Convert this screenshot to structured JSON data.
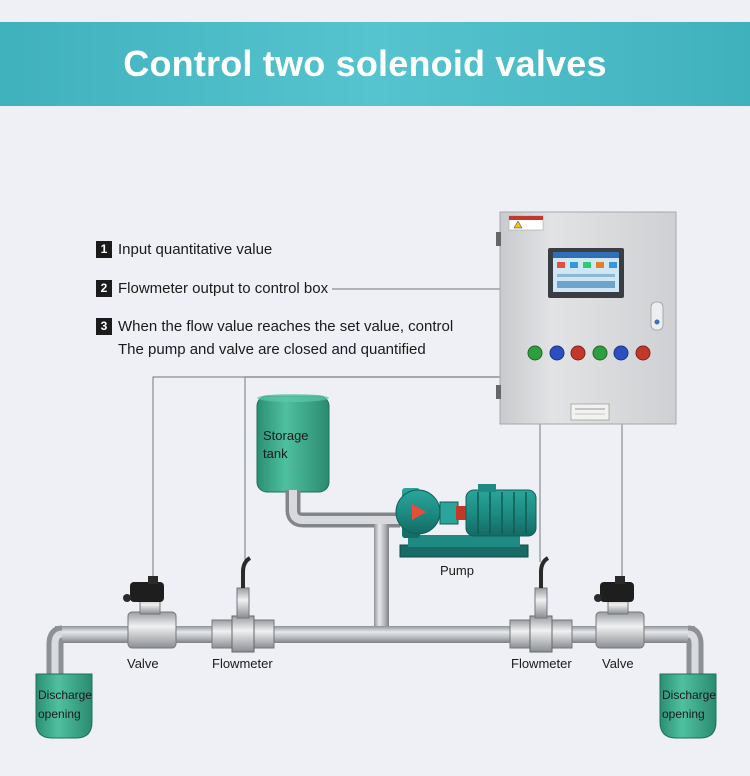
{
  "header": {
    "title": "Control two solenoid valves"
  },
  "steps": [
    {
      "num": "1",
      "text": "Input quantitative value"
    },
    {
      "num": "2",
      "text": "Flowmeter output to control box"
    },
    {
      "num": "3",
      "text": "When the flow value reaches the set value, control",
      "text2": "The pump and valve are closed and quantified"
    }
  ],
  "labels": {
    "storage_tank_l1": "Storage",
    "storage_tank_l2": "tank",
    "pump": "Pump",
    "valve_left": "Valve",
    "flowmeter_left": "Flowmeter",
    "flowmeter_right": "Flowmeter",
    "valve_right": "Valve",
    "discharge_left_l1": "Discharge",
    "discharge_left_l2": "opening",
    "discharge_right_l1": "Discharge",
    "discharge_right_l2": "opening"
  },
  "colors": {
    "banner": "#4bbcc7",
    "tank": "#3aa78a",
    "pump": "#1f8f86",
    "pipe": "#b9bcc2",
    "cabinet": "#d9dadc"
  }
}
